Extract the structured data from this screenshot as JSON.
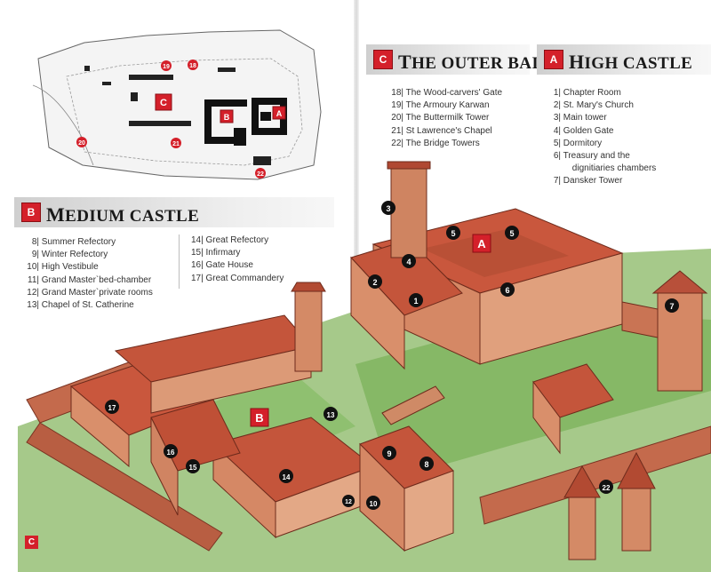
{
  "sections": {
    "outer_bailey": {
      "letter": "C",
      "title_cap": "T",
      "title_rest": "HE OUTER BAILEY",
      "items": [
        {
          "num": "18|",
          "label": "The Wood-carvers' Gate"
        },
        {
          "num": "19|",
          "label": "The Armoury Karwan"
        },
        {
          "num": "20|",
          "label": "The Buttermilk Tower"
        },
        {
          "num": "21|",
          "label": "St Lawrence's Chapel"
        },
        {
          "num": "22|",
          "label": "The Bridge Towers"
        }
      ]
    },
    "high_castle": {
      "letter": "A",
      "title_cap": "H",
      "title_rest": "IGH CASTLE",
      "items": [
        {
          "num": "1|",
          "label": "Chapter Room"
        },
        {
          "num": "2|",
          "label": "St. Mary's Church"
        },
        {
          "num": "3|",
          "label": "Main tower"
        },
        {
          "num": "4|",
          "label": "Golden Gate"
        },
        {
          "num": "5|",
          "label": "Dormitory"
        },
        {
          "num": "6|",
          "label": "Treasury and the"
        },
        {
          "num": "",
          "label": "dignitiaries chambers"
        },
        {
          "num": "7|",
          "label": "Dansker Tower"
        }
      ]
    },
    "medium_castle": {
      "letter": "B",
      "title_cap": "M",
      "title_rest": "EDIUM CASTLE",
      "col1": [
        {
          "num": "8|",
          "label": "Summer Refectory"
        },
        {
          "num": "9|",
          "label": "Winter Refectory"
        },
        {
          "num": "10|",
          "label": "High Vestibule"
        },
        {
          "num": "11|",
          "label": "Grand Master`bed-chamber"
        },
        {
          "num": "12|",
          "label": "Grand Master`private rooms"
        },
        {
          "num": "13|",
          "label": "Chapel of St. Catherine"
        }
      ],
      "col2": [
        {
          "num": "14|",
          "label": "Great Refectory"
        },
        {
          "num": "15|",
          "label": "Infirmary"
        },
        {
          "num": "16|",
          "label": "Gate House"
        },
        {
          "num": "17|",
          "label": "Great Commandery"
        }
      ]
    }
  },
  "minimap": {
    "zone_labels": {
      "a": "A",
      "b": "B",
      "c": "C"
    },
    "markers": {
      "m18": "18",
      "m19": "19",
      "m20": "20",
      "m21": "21",
      "m22": "22"
    }
  },
  "illustration": {
    "zones": {
      "a": "A",
      "b": "B"
    },
    "markers": {
      "m1": "1",
      "m2": "2",
      "m3": "3",
      "m4": "4",
      "m5a": "5",
      "m5b": "5",
      "m6": "6",
      "m7": "7",
      "m8": "8",
      "m9": "9",
      "m10": "10",
      "m12": "12",
      "m13": "13",
      "m14": "14",
      "m15": "15",
      "m16": "16",
      "m17": "17",
      "m22": "22"
    }
  },
  "corner_label": "C",
  "colors": {
    "accent": "#d4202a",
    "brick": "#b5543a",
    "roof": "#c4553b",
    "grass": "#8fc070"
  }
}
